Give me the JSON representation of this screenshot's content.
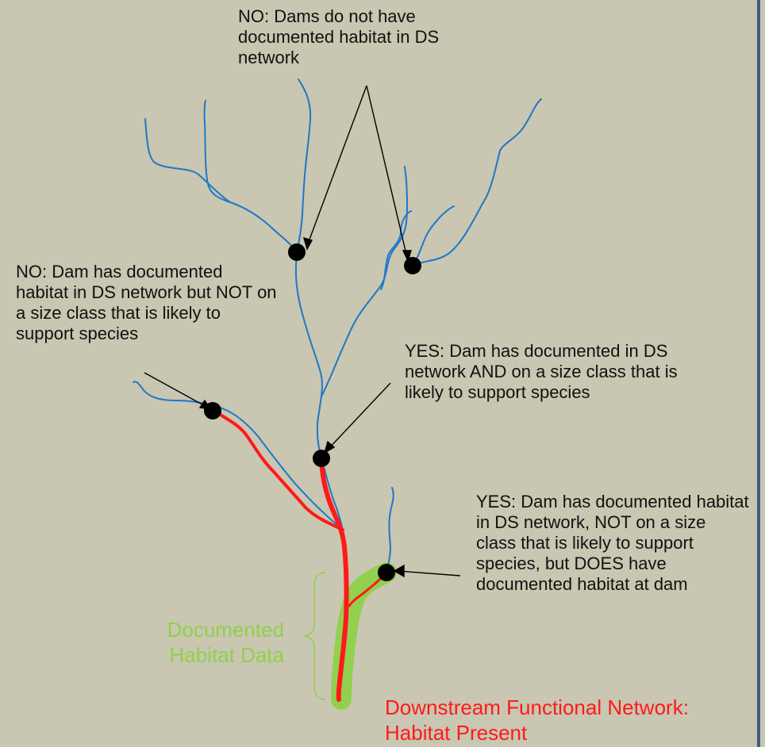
{
  "colors": {
    "background": "#c9c6b1",
    "stream": "#1f78c8",
    "downstream_network": "#ff1a1a",
    "habitat": "#8fd14a",
    "dam": "#000000",
    "frame": "#3f5c86"
  },
  "labels": {
    "top_no": "NO: Dams do not have documented habitat in DS network",
    "left_no": "NO: Dam has documented habitat in DS network but NOT on a size class that is likely to support species",
    "mid_yes": "YES: Dam has documented in DS network AND on a size class that is likely to support species",
    "right_yes": "YES: Dam has documented habitat in DS network, NOT on a size class that is likely to support species, but DOES have documented habitat at dam",
    "habitat_legend_line1": "Documented",
    "habitat_legend_line2": "Habitat Data",
    "network_legend_line1": "Downstream Functional Network:",
    "network_legend_line2": "Habitat Present"
  }
}
